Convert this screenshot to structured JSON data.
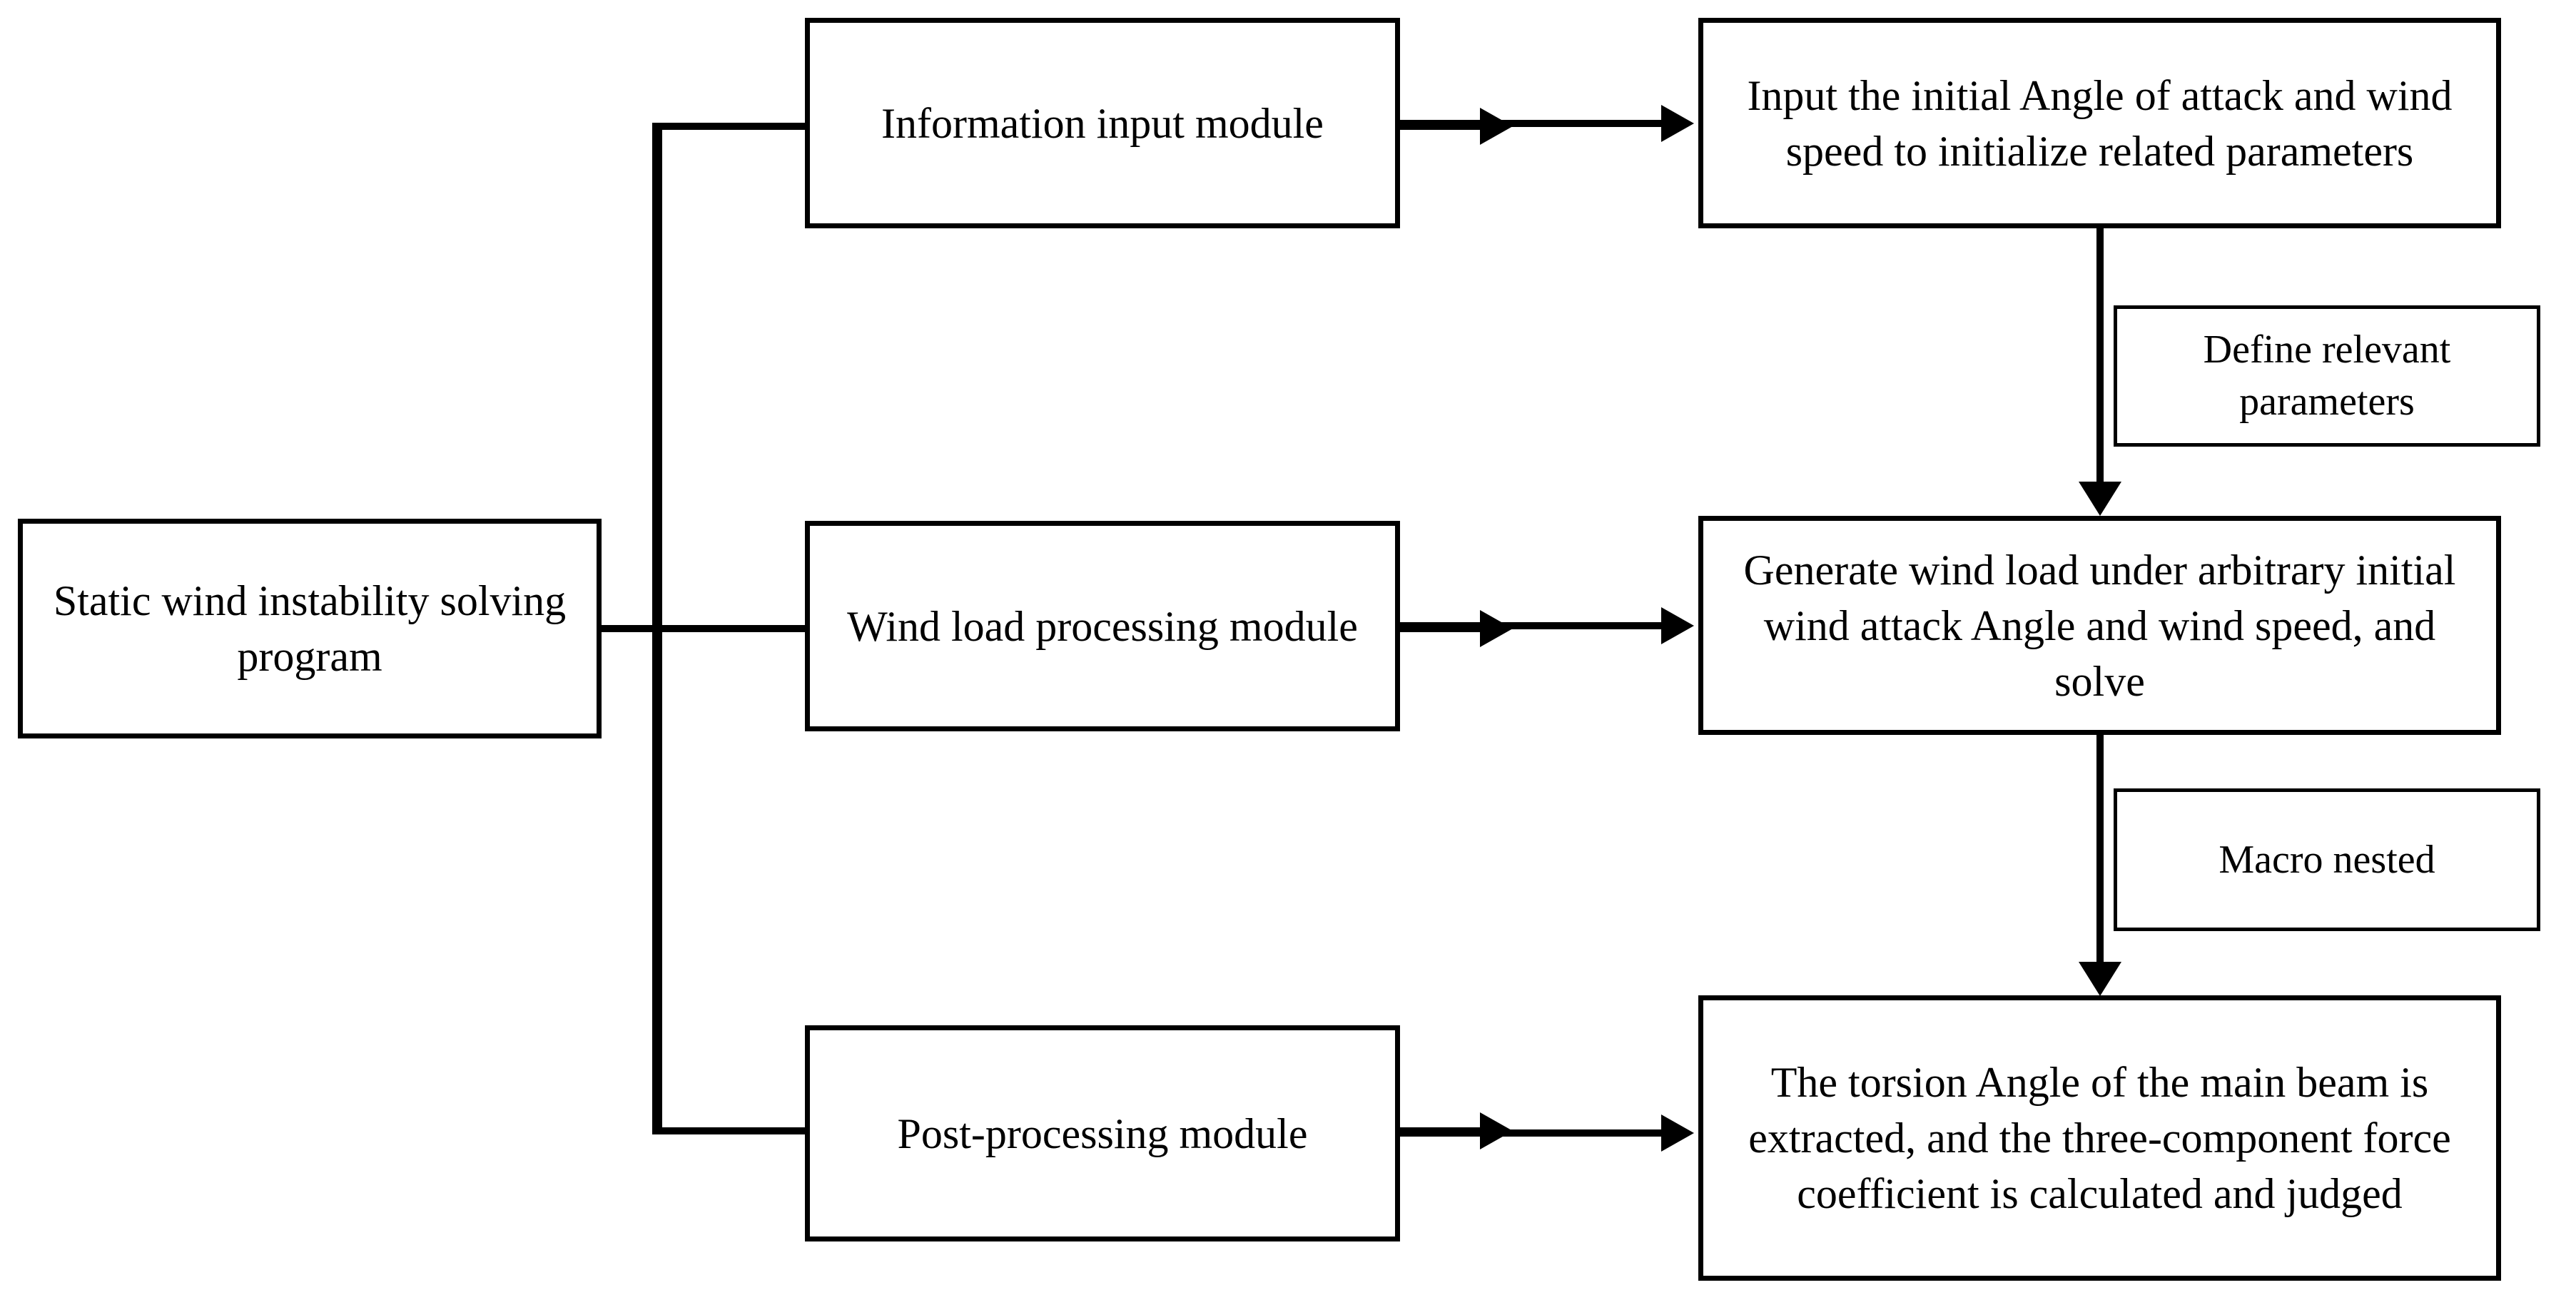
{
  "diagram": {
    "title": "Static wind instability solving program flowchart",
    "stroke_color": "#000000",
    "background_color": "#ffffff"
  },
  "nodes": {
    "start": {
      "label": "Static wind instability solving program"
    },
    "modules": [
      {
        "label": "Information input module"
      },
      {
        "label": "Wind load processing module"
      },
      {
        "label": "Post-processing module"
      }
    ],
    "details": [
      {
        "label": "Input the initial Angle of attack and wind speed to initialize related parameters"
      },
      {
        "label": "Generate wind load under arbitrary initial wind attack Angle and wind speed, and solve"
      },
      {
        "label": "The torsion Angle of the main beam is extracted, and the three-component force coefficient is calculated and judged"
      }
    ],
    "edge_labels": [
      {
        "label": "Define relevant parameters"
      },
      {
        "label": "Macro nested"
      }
    ]
  }
}
